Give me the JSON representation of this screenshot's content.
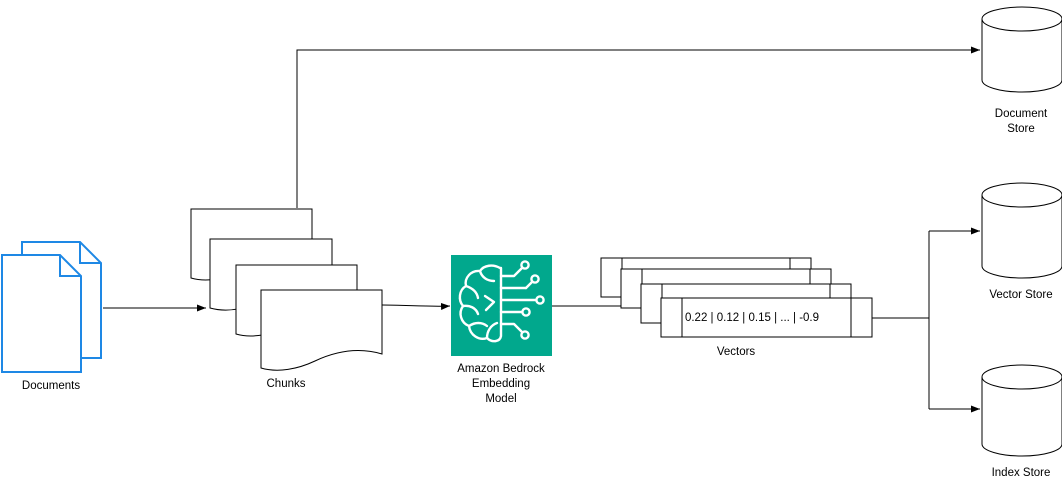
{
  "labels": {
    "documents": "Documents",
    "chunks": "Chunks",
    "model_line1": "Amazon Bedrock",
    "model_line2": "Embedding",
    "model_line3": "Model",
    "vectors": "Vectors",
    "vector_values": "0.22 | 0.12 | 0.15 | ... | -0.9",
    "doc_store_line1": "Document",
    "doc_store_line2": "Store",
    "vector_store": "Vector Store",
    "index_store": "Index Store"
  },
  "icons": {
    "documents": "documents-icon",
    "model": "brain-circuit-icon",
    "store": "database-cylinder-icon"
  },
  "colors": {
    "documents_icon": "#1e88e5",
    "model_icon_bg": "#01a88d",
    "model_icon_fg": "#ffffff",
    "line": "#000000"
  }
}
